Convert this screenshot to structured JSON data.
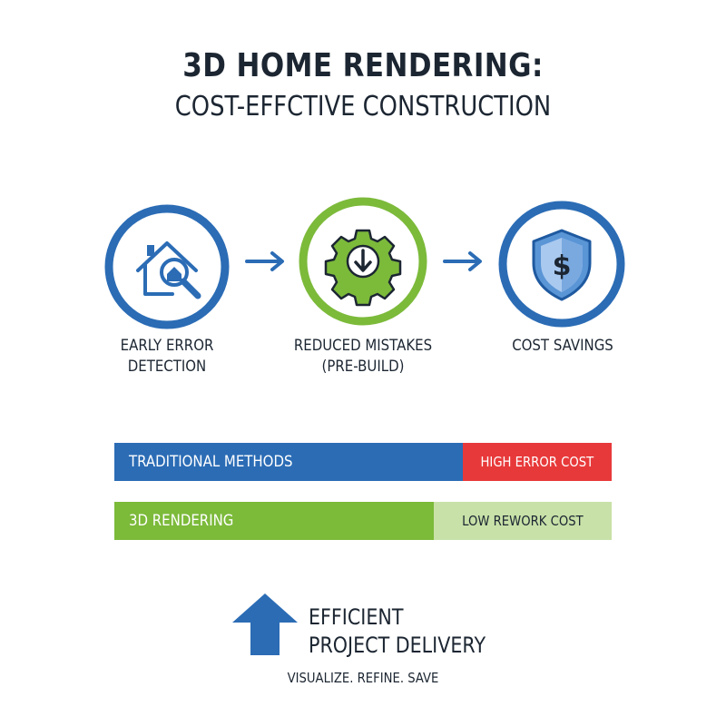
{
  "title": {
    "line1": "3D HOME RENDERING:",
    "line2": "COST-EFFCTIVE CONSTRUCTION"
  },
  "steps": [
    {
      "label_line1": "EARLY ERROR",
      "label_line2": "DETECTION",
      "icon": "house-magnifier-icon",
      "color": "#2b6cb5"
    },
    {
      "label_line1": "REDUCED MISTAKES",
      "label_line2": "(PRE-BUILD)",
      "icon": "gear-download-icon",
      "color": "#7cba3a"
    },
    {
      "label_line1": "COST SAVINGS",
      "label_line2": "",
      "icon": "dollar-shield-icon",
      "color": "#2b6cb5"
    }
  ],
  "comparison": {
    "traditional": {
      "label": "TRADITIONAL METHODS",
      "tag": "HIGH ERROR COST",
      "bar_color": "#2b6cb5",
      "tag_color": "#e8393a"
    },
    "rendering": {
      "label": "3D RENDERING",
      "tag": "LOW REWORK COST",
      "bar_color": "#7cba3a",
      "tag_color": "#c8e1a8"
    }
  },
  "footer": {
    "line1": "EFFICIENT",
    "line2": "PROJECT DELIVERY",
    "tagline": "VISUALIZE. REFINE. SAVE",
    "arrow_color": "#2b6cb5"
  }
}
